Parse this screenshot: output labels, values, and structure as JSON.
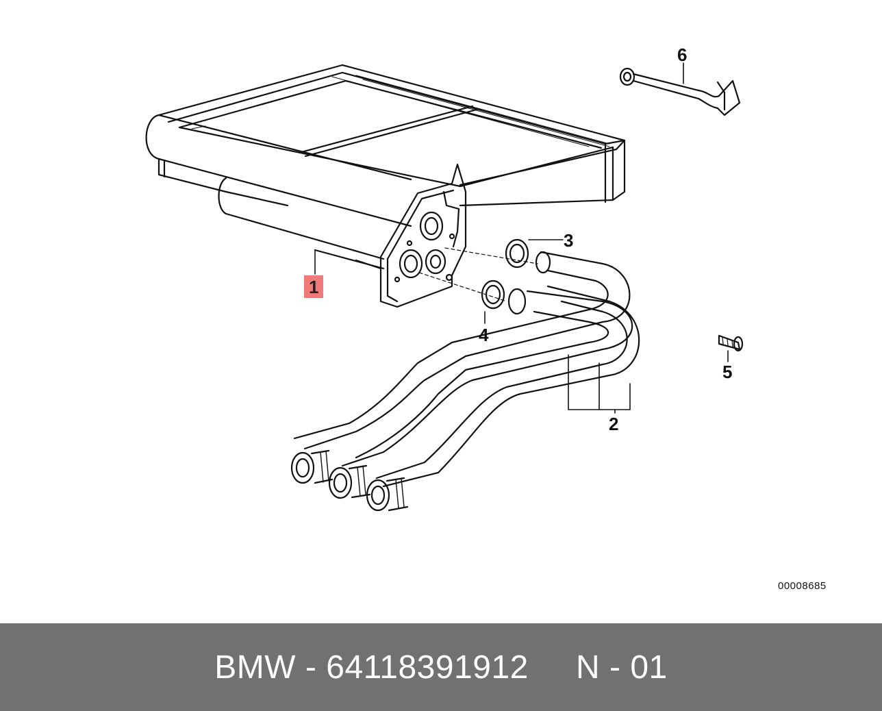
{
  "diagram": {
    "callouts": [
      {
        "id": "1",
        "label": "1",
        "highlighted": true
      },
      {
        "id": "2",
        "label": "2",
        "highlighted": false
      },
      {
        "id": "3",
        "label": "3",
        "highlighted": false
      },
      {
        "id": "4",
        "label": "4",
        "highlighted": false
      },
      {
        "id": "5",
        "label": "5",
        "highlighted": false
      },
      {
        "id": "6",
        "label": "6",
        "highlighted": false
      }
    ],
    "reference_number": "00008685",
    "highlight_color": "#f07a7a",
    "line_color": "#111111"
  },
  "footer": {
    "text": "BMW - 64118391912     N - 01",
    "background_color": "#717171",
    "text_color": "#ffffff"
  }
}
